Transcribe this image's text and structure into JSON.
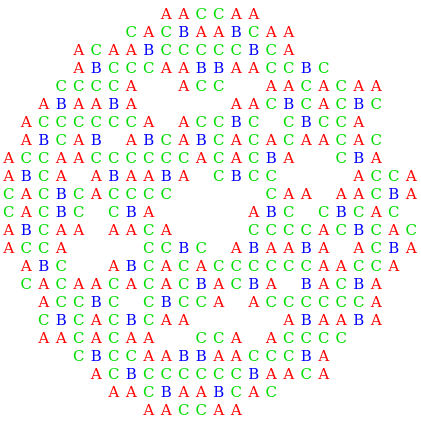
{
  "colors": {
    "A": "#ff0000",
    "B": "#0000ff",
    "C": "#00dd00"
  },
  "letter_art": {
    "rows": [
      "         AACCAA         ",
      "       CACBAABCAA       ",
      "    ACAABCCCCCBCA       ",
      "    ABCCCAABBAACCBC     ",
      "   CCCCA  ACC  AACACAA   ",
      "  ABAABA     AACBCACBC  ",
      " ACCCCCCA ACCBC CBCCA   ",
      " ABCAB ABCABCACACAACAC  ",
      "ACCAACCCCCCACACBA  CBA  ",
      "ABCA ABAABA CBCC    ACCA",
      "CACBCACCCC     CAA AACBA",
      "CACBC CBA     ABC CBCAC ",
      "ABCAA AACA    CCCCACBCAC",
      "ACCA    CCBC ABAABA ACBA",
      " ABC  ABCACACCCCCCAACCA ",
      " CACAACACACBACBA BACBA  ",
      "  ACCBC CBCCA ACCCCCCA  ",
      "  CBCACBCAA     ABAABA  ",
      "  AACACAA  CCA ACCCC    ",
      "    CBCCAABBAACCCBA     ",
      "     ACBCCCCCCBAACA     ",
      "      AACBAABCAC        ",
      "        AACCAA          "
    ]
  }
}
